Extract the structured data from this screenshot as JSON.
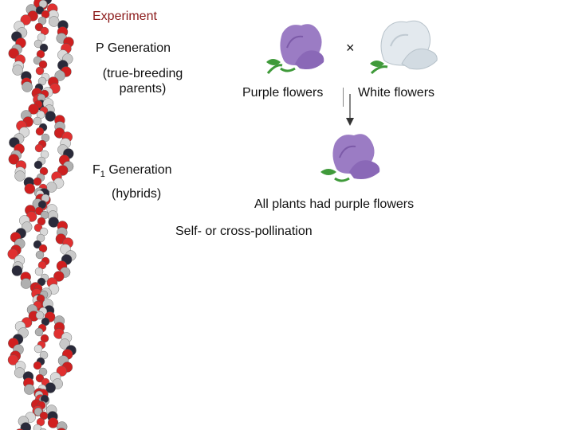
{
  "heading": "Experiment",
  "p_generation": {
    "label": "P Generation",
    "sublabel": "(true-breeding parents)",
    "cross_symbol": "×",
    "parent_left_label": "Purple flowers",
    "parent_right_label": "White flowers"
  },
  "f1_generation": {
    "label_prefix": "F",
    "label_subscript": "1",
    "label_suffix": " Generation",
    "sublabel": "(hybrids)",
    "result_label": "All plants had purple flowers"
  },
  "next_step_label": "Self- or cross-pollination",
  "colors": {
    "heading": "#8b1a1a",
    "purple_flower": "#9b7cc4",
    "white_flower": "#dfe6ec",
    "leaf": "#3f9a3a"
  }
}
